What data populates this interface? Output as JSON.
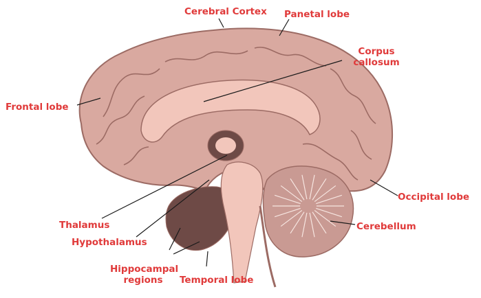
{
  "label_color": "#e03a3a",
  "leader_color": "#1a1a1a",
  "brain_colors": {
    "tissue": "#d9a9a0",
    "tissue_light": "#f2c6bb",
    "outline": "#9c6b64",
    "dark": "#6e4a46",
    "cerebellum": "#c99a93"
  },
  "labels": {
    "cerebral_cortex": "Cerebral Cortex",
    "parietal_lobe": "Panetal lobe",
    "corpus_callosum": "Corpus\ncallosum",
    "frontal_lobe": "Frontal lobe",
    "occipital_lobe": "Occipital lobe",
    "cerebellum": "Cerebellum",
    "thalamus": "Thalamus",
    "hypothalamus": "Hypothalamus",
    "hippocampal_regions": "Hippocampal\nregions",
    "temporal_lobe": "Temporal lobe"
  }
}
